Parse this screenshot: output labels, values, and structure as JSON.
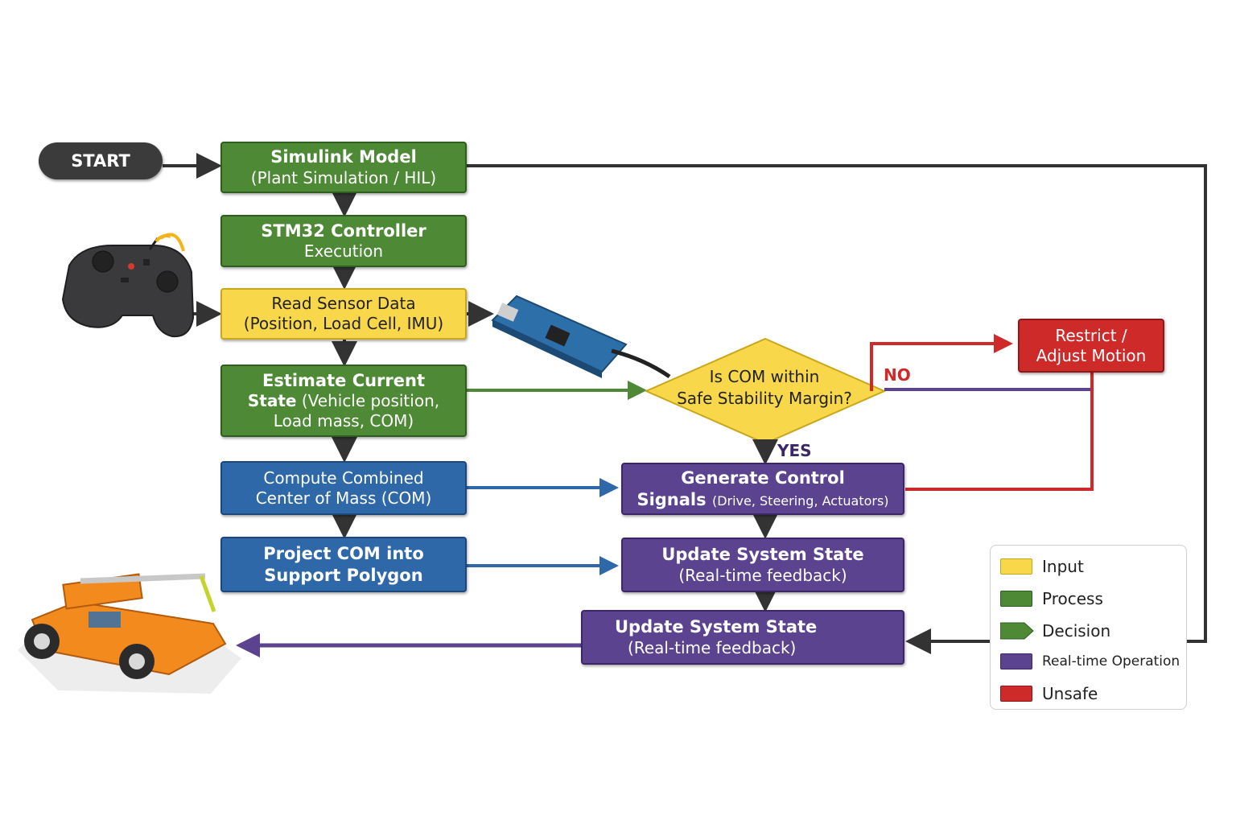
{
  "start": {
    "label": "START"
  },
  "nodes": {
    "simulink": {
      "title": "Simulink Model",
      "sub": "(Plant Simulation / HIL)"
    },
    "stm32": {
      "line1": "STM32 Controller",
      "line2": "Execution"
    },
    "read_sensor": {
      "line1": "Read Sensor Data",
      "line2": "(Position, Load Cell, IMU)"
    },
    "estimate": {
      "line1": "Estimate Current",
      "line2_bold": "State",
      "line2_rest": "(Vehicle position,",
      "line3": "Load mass, COM)"
    },
    "compute_com": {
      "line1": "Compute Combined",
      "line2": "Center of Mass (COM)"
    },
    "project_com": {
      "line1": "Project COM into",
      "line2": "Support Polygon"
    },
    "decision": {
      "line1": "Is COM within",
      "line2": "Safe Stability Margin?"
    },
    "restrict": {
      "line1": "Restrict /",
      "line2": "Adjust Motion"
    },
    "generate": {
      "line1": "Generate Control",
      "line2_bold": "Signals",
      "line2_rest": "(Drive, Steering, Actuators)"
    },
    "update1": {
      "line1": "Update System State",
      "line2": "(Real-time feedback)"
    },
    "update2": {
      "line1": "Update System State",
      "line2": "(Real-time feedback)"
    }
  },
  "edge_labels": {
    "no": "NO",
    "yes": "YES"
  },
  "legend": [
    {
      "label": "Input",
      "color": "#f8d84a"
    },
    {
      "label": "Process",
      "color": "#4e8a35"
    },
    {
      "label": "Decision",
      "color": "#4e8a35"
    },
    {
      "label": "Real-time Operation",
      "color": "#5c4390"
    },
    {
      "label": "Unsafe",
      "color": "#cf2a2a"
    }
  ],
  "colors": {
    "wire": "#333333",
    "green_arrow": "#4e8a35",
    "blue_arrow": "#2f68a8",
    "purple_arrow": "#5c4390",
    "red_arrow": "#cf2a2a"
  },
  "illustrations": [
    "gamepad-controller",
    "microcontroller-board",
    "robot-vehicle"
  ]
}
